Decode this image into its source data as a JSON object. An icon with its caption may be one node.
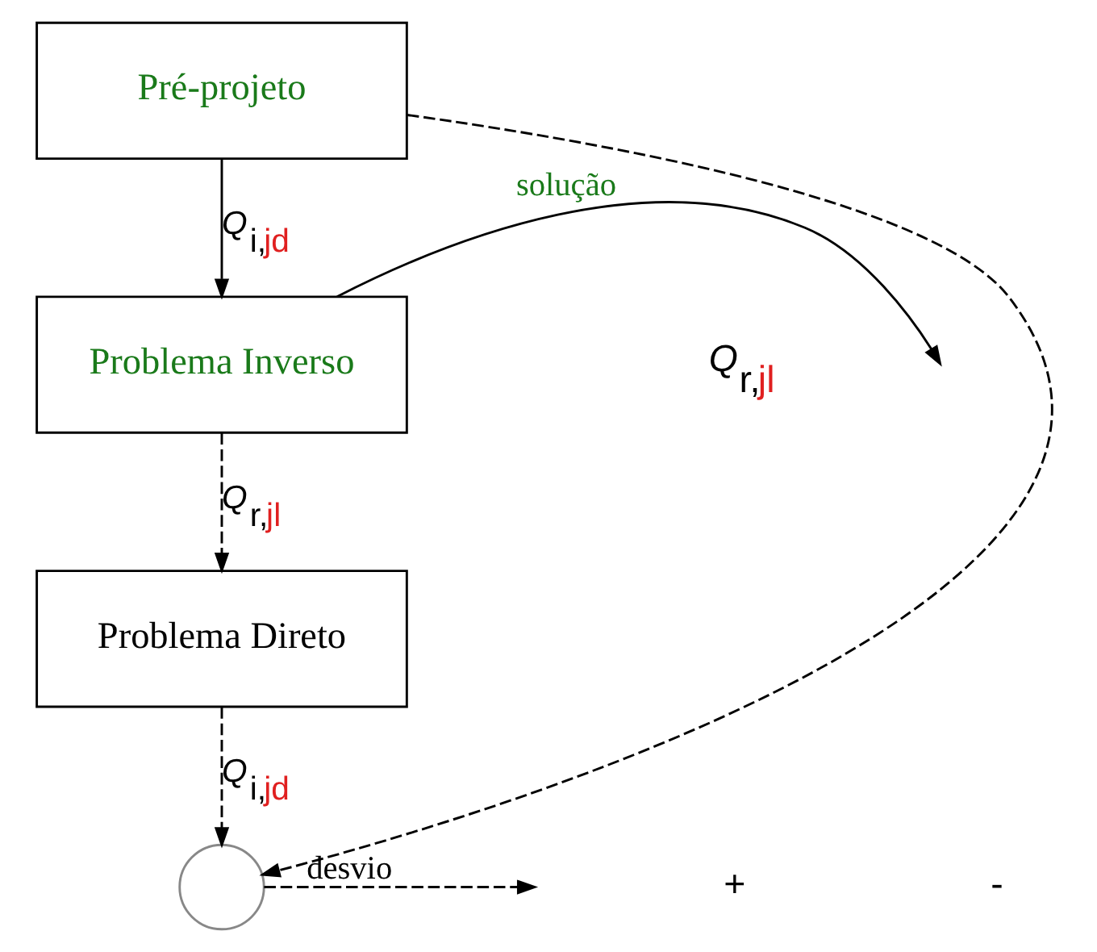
{
  "diagram": {
    "nodes": [
      {
        "text": [
          "Pré-projeto"
        ]
      },
      {
        "text": [
          "Problema Inverso"
        ]
      },
      {
        "text": [
          "Problema Direto"
        ]
      },
      {
        "text": [],
        "shape": "circle"
      }
    ],
    "edges": [
      {
        "from": 0,
        "to": 1,
        "arrow": "to",
        "label": "Q$_{i,jd}$"
      },
      {
        "from": 0,
        "to": 3,
        "arrow": "to",
        "style": "dashed"
      },
      {
        "from": 1,
        "to": null,
        "arrow": "to",
        "label": "solução"
      },
      {
        "from": 1,
        "to": 2,
        "arrow": "to",
        "style": "dashed",
        "label": "Q$_{r,jl}$"
      },
      {
        "from": 2,
        "to": 3,
        "arrow": "to",
        "style": "dashed",
        "label": "Q$_{i,jd}$"
      },
      {
        "from": 3,
        "to": null,
        "arrow": "to",
        "style": "dashed",
        "label": "desvio"
      }
    ],
    "labels": [
      "Q$_{r,jl}$",
      "+",
      "-"
    ]
  }
}
